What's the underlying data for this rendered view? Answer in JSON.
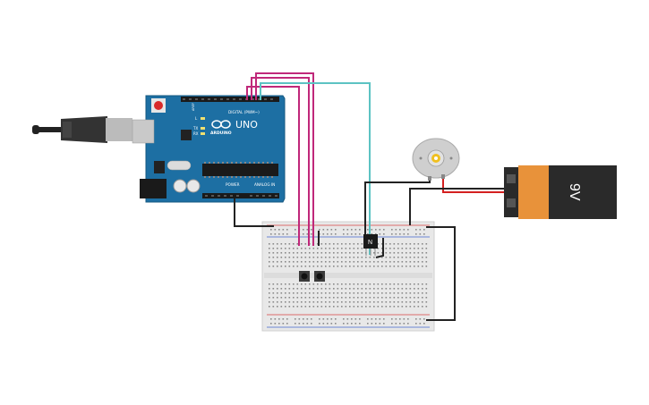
{
  "arduino": {
    "model": "UNO",
    "brand": "ARDUINO",
    "digital_label": "DIGITAL (PWM~)",
    "power_label": "POWER",
    "analog_label": "ANALOG IN",
    "led_labels": [
      "L",
      "TX",
      "RX"
    ],
    "aref_label": "AREF"
  },
  "transistor": {
    "label": "N"
  },
  "battery": {
    "label": "9V"
  },
  "colors": {
    "arduino_board": "#1d6fa3",
    "wire_magenta": "#c0287a",
    "wire_cyan": "#5cc3c3",
    "wire_black": "#222222",
    "wire_red": "#d42020",
    "battery_orange": "#e8923a",
    "battery_black": "#2a2a2a",
    "breadboard": "#e8e8e8",
    "motor_body": "#c8c8c8",
    "motor_shaft": "#f0c020"
  },
  "components": [
    "arduino-uno",
    "usb-cable",
    "breadboard",
    "push-button",
    "push-button",
    "npn-transistor",
    "dc-motor",
    "9v-battery"
  ]
}
